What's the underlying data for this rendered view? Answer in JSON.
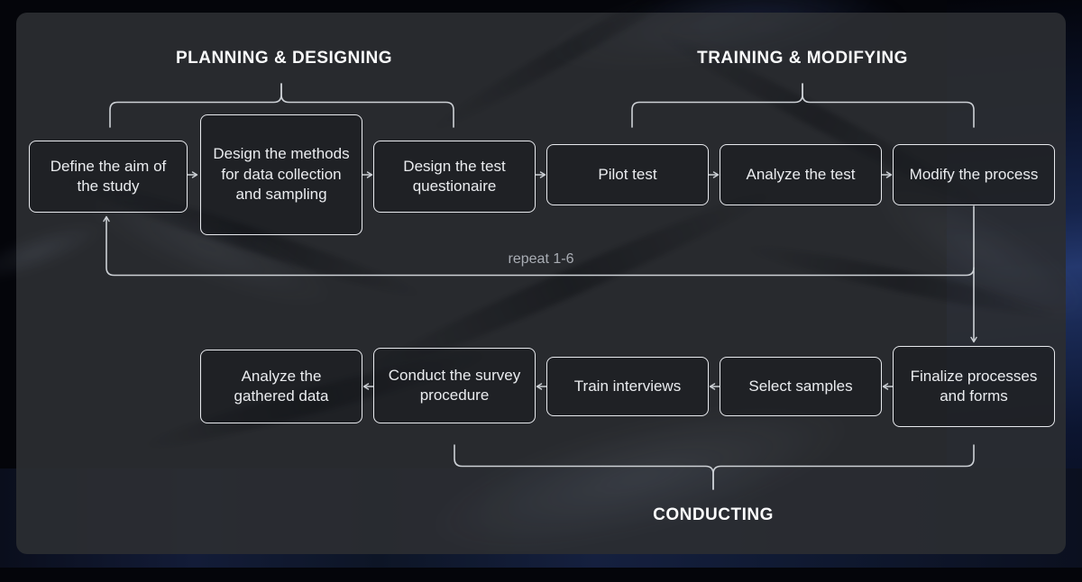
{
  "diagram": {
    "phases": {
      "planning": "PLANNING & DESIGNING",
      "training": "TRAINING & MODIFYING",
      "conducting": "CONDUCTING"
    },
    "repeat_label": "repeat 1-6",
    "steps": {
      "top": [
        "Define the aim of the study",
        "Design the methods for data collection and sampling",
        "Design the test questionaire",
        "Pilot test",
        "Analyze the test",
        "Modify the process"
      ],
      "bottom": [
        "Finalize processes and forms",
        "Select samples",
        "Train interviews",
        "Conduct the survey procedure",
        "Analyze the gathered data"
      ]
    },
    "colors": {
      "line": "#cdd1d6",
      "box_border": "#e8eaee",
      "box_text": "#eaecef",
      "title_text": "#fafbfc",
      "panel": "#2b2d32",
      "background": "#04050a",
      "accent_blue": "#24386e"
    }
  }
}
